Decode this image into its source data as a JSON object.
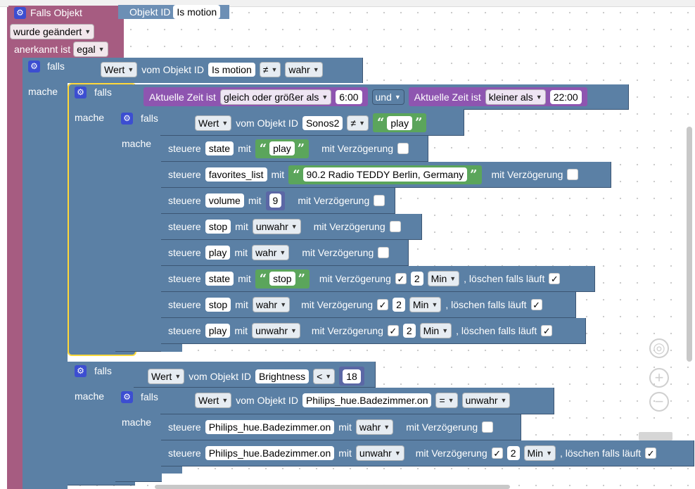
{
  "trigger": {
    "falls_objekt": "Falls Objekt",
    "objekt_id_label": "Objekt ID",
    "objekt_id_value": "Is motion",
    "wurde_geaendert": "wurde geändert",
    "anerkannt_ist": "anerkannt ist",
    "anerkannt_value": "egal"
  },
  "kw": {
    "falls": "falls",
    "mache": "mache",
    "steuere": "steuere",
    "mit": "mit",
    "mit_verz": "mit Verzögerung",
    "loeschen": ", löschen falls läuft",
    "und": "und",
    "wert": "Wert",
    "vom_objekt_id": "vom Objekt ID",
    "aktuelle_zeit": "Aktuelle Zeit ist"
  },
  "if1": {
    "object": "Is motion",
    "op": "≠",
    "value": "wahr"
  },
  "if2": {
    "op1": "gleich oder größer als",
    "time1": "6:00",
    "op2": "kleiner als",
    "time2": "22:00"
  },
  "if3": {
    "object": "Sonos2",
    "op": "≠",
    "value": "play"
  },
  "actions1": [
    {
      "target": "state",
      "value": "play",
      "type": "string"
    },
    {
      "target": "favorites_list",
      "value": "90.2 Radio TEDDY Berlin, Germany",
      "type": "string"
    },
    {
      "target": "volume",
      "value": "9",
      "type": "number"
    },
    {
      "target": "stop",
      "value": "unwahr",
      "type": "bool"
    },
    {
      "target": "play",
      "value": "wahr",
      "type": "bool"
    },
    {
      "target": "state",
      "value": "stop",
      "type": "string",
      "delay": "2",
      "unit": "Min"
    },
    {
      "target": "stop",
      "value": "wahr",
      "type": "bool",
      "delay": "2",
      "unit": "Min"
    },
    {
      "target": "play",
      "value": "unwahr",
      "type": "bool",
      "delay": "2",
      "unit": "Min"
    }
  ],
  "if4": {
    "object": "Brightness",
    "op": "<",
    "value": "18"
  },
  "if5": {
    "object": "Philips_hue.Badezimmer.on",
    "op": "=",
    "value": "unwahr"
  },
  "actions2": [
    {
      "target": "Philips_hue.Badezimmer.on",
      "value": "wahr"
    },
    {
      "target": "Philips_hue.Badezimmer.on",
      "value": "unwahr",
      "delay": "2",
      "unit": "Min"
    }
  ],
  "check": "✓",
  "gear_glyph": "⚙",
  "quote_open": "“",
  "quote_close": "”",
  "zoom": {
    "center": "◎",
    "plus": "+",
    "minus": "−"
  }
}
